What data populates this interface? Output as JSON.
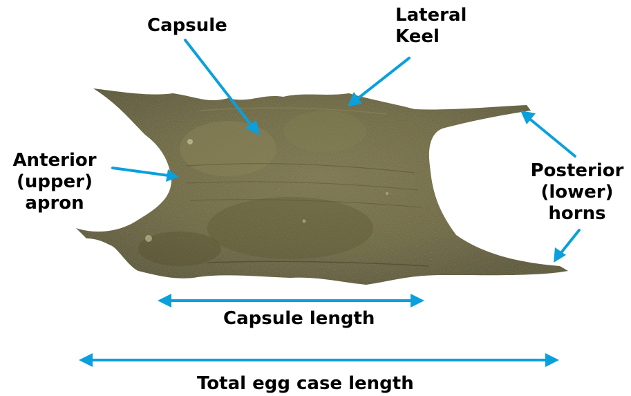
{
  "labels": {
    "capsule": "Capsule",
    "lateral_keel": [
      "Lateral",
      "Keel"
    ],
    "anterior_apron": [
      "Anterior",
      "(upper)",
      "apron"
    ],
    "posterior_horns": [
      "Posterior",
      "(lower)",
      "horns"
    ],
    "capsule_length": "Capsule length",
    "total_length": "Total egg case length"
  },
  "colors": {
    "arrow": "#0aa0dc",
    "egg_case_base": "#6b6534",
    "egg_case_light": "#8a8456",
    "egg_case_dark": "#4e4a26",
    "text": "#000000"
  }
}
